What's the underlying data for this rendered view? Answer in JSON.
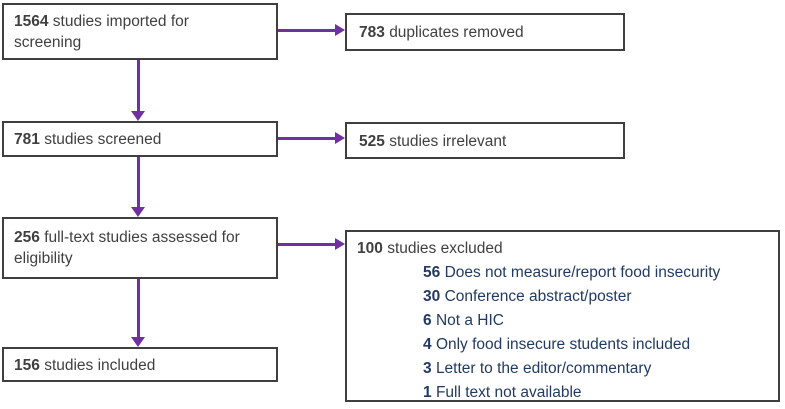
{
  "diagram": {
    "type": "prisma-flow",
    "colors": {
      "arrow": "#7030A0",
      "border": "#3F3F3F",
      "text": "#404040",
      "reason_text": "#223A63"
    },
    "boxes": {
      "imported": {
        "number": "1564",
        "text": "studies imported for screening"
      },
      "duplicates": {
        "number": "783",
        "text": "duplicates removed"
      },
      "screened": {
        "number": "781",
        "text": "studies screened"
      },
      "irrelevant": {
        "number": "525",
        "text": "studies irrelevant"
      },
      "fulltext": {
        "number": "256",
        "text": "full-text studies assessed for eligibility"
      },
      "excluded": {
        "number": "100",
        "text": "studies excluded",
        "reasons": [
          {
            "number": "56",
            "text": "Does not measure/report food insecurity"
          },
          {
            "number": "30",
            "text": "Conference abstract/poster"
          },
          {
            "number": "6",
            "text": "Not a HIC"
          },
          {
            "number": "4",
            "text": "Only food insecure students included"
          },
          {
            "number": "3",
            "text": "Letter to the editor/commentary"
          },
          {
            "number": "1",
            "text": "Full text not available"
          }
        ]
      },
      "included": {
        "number": "156",
        "text": "studies included"
      }
    }
  }
}
